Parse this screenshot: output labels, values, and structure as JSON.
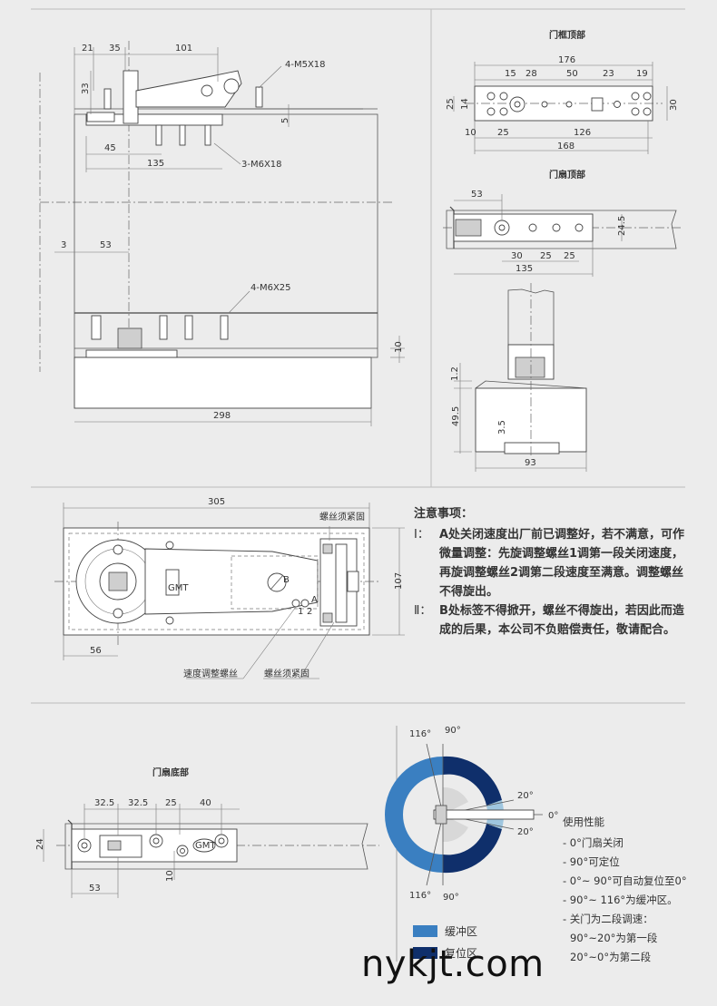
{
  "top_view": {
    "dims": {
      "d21": "21",
      "d35": "35",
      "d101": "101",
      "d33": "33",
      "d5": "5",
      "d45": "45",
      "d135": "135",
      "d3": "3",
      "d53": "53",
      "d10": "10",
      "d298": "298"
    },
    "labels": {
      "m5": "4-M5X18",
      "m6a": "3-M6X18",
      "m6b": "4-M6X25"
    }
  },
  "frame_top": {
    "title": "门框顶部",
    "dims": {
      "d176": "176",
      "d15": "15",
      "d28": "28",
      "d50": "50",
      "d23": "23",
      "d19": "19",
      "d25": "25",
      "d14": "14",
      "d30": "30",
      "d10": "10",
      "d25b": "25",
      "d126": "126",
      "d168": "168"
    }
  },
  "door_top": {
    "title": "门扇顶部",
    "dims": {
      "d53": "53",
      "d24_5": "24.5",
      "d30": "30",
      "d25a": "25",
      "d25b": "25",
      "d135": "135"
    }
  },
  "side_view": {
    "dims": {
      "d1_2": "1.2",
      "d49_5": "49.5",
      "d3_5": "3.5",
      "d93": "93"
    }
  },
  "plan_view": {
    "dims": {
      "d305": "305",
      "d107": "107",
      "d56": "56"
    },
    "labels": {
      "tight_top": "螺丝须紧固",
      "speed_screw": "速度调整螺丝",
      "tight_bottom": "螺丝须紧固",
      "brand": "GMT",
      "mark_b": "B",
      "mark_a": "A",
      "mark_1": "1",
      "mark_2": "2"
    }
  },
  "notes": {
    "heading": "注意事项：",
    "items": [
      {
        "num": "Ⅰ：",
        "text": "A处关闭速度出厂前已调整好，若不满意，可作微量调整：先旋调整螺丝1调第一段关闭速度，再旋调整螺丝2调第二段速度至满意。调整螺丝不得旋出。"
      },
      {
        "num": "Ⅱ：",
        "text": "B处标签不得掀开，螺丝不得旋出，若因此而造成的后果，本公司不负赔偿责任，敬请配合。"
      }
    ]
  },
  "door_bottom": {
    "title": "门扇底部",
    "dims": {
      "d32_5a": "32.5",
      "d32_5b": "32.5",
      "d25": "25",
      "d40": "40",
      "d24": "24",
      "d10": "10",
      "d53": "53"
    },
    "brand": "GMT"
  },
  "angle_diagram": {
    "a116_top": "116°",
    "a90_top": "90°",
    "a20_top": "20°",
    "a0": "0°",
    "a20_bot": "20°",
    "a116_bot": "116°",
    "a90_bot": "90°",
    "buffer_color": "#3a7fc1",
    "reset_color": "#0f2f6b"
  },
  "performance": {
    "title": "使用性能",
    "items": [
      "- 0°门扇关闭",
      "- 90°可定位",
      "- 0°~ 90°可自动复位至0°",
      "- 90°~ 116°为缓冲区。",
      "- 关门为二段调速：",
      "  90°~20°为第一段",
      "  20°~0°为第二段"
    ]
  },
  "legend": [
    {
      "label": "缓冲区",
      "color": "#3a7fc1"
    },
    {
      "label": "复位区",
      "color": "#0f2f6b"
    }
  ],
  "watermark": "nykjt.com"
}
